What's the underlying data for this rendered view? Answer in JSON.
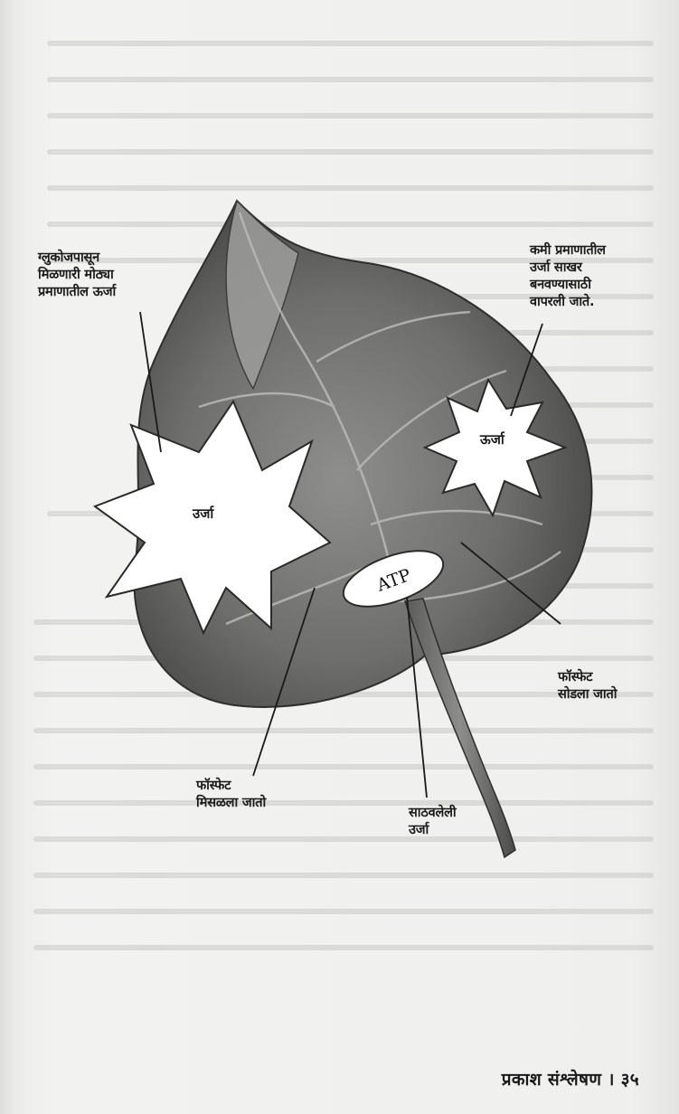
{
  "figure": {
    "labels": {
      "glucose_energy": "ग्लुकोजपासून\nमिळणारी मोठ्या\nप्रमाणातील ऊर्जा",
      "sugar_energy": "कमी प्रमाणातील\nउर्जा साखर\nबनवण्यासाठी\nवापरली जाते.",
      "phosphate_released": "फॉस्फेट\nसोडला जातो",
      "phosphate_added": "फॉस्फेट\nमिसळला जातो",
      "stored_energy": "साठवलेली\nउर्जा"
    },
    "left_star_text": "उर्जा",
    "right_star_text": "ऊर्जा",
    "atp_text": "ATP"
  },
  "footer": {
    "text": "प्रकाश संश्लेषण । ३५"
  }
}
